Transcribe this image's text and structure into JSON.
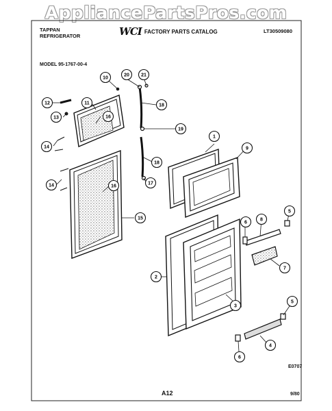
{
  "watermark": "AppliancePartsPros.com",
  "header": {
    "brand_line1": "TAPPAN",
    "brand_line2": "REFRIGERATOR",
    "logo": "WCI",
    "catalog_title": "FACTORY PARTS CATALOG",
    "catalog_number": "LT30509080"
  },
  "model": "MODEL 95-1767-00-4",
  "figure_code": "E0707",
  "page_number": "A12",
  "date": "9/80",
  "callouts": [
    "10",
    "20",
    "21",
    "12",
    "11",
    "18",
    "13",
    "16",
    "19",
    "14",
    "18",
    "17",
    "14",
    "16",
    "15",
    "1",
    "9",
    "5",
    "6",
    "8",
    "7",
    "2",
    "3",
    "5",
    "4",
    "6"
  ]
}
